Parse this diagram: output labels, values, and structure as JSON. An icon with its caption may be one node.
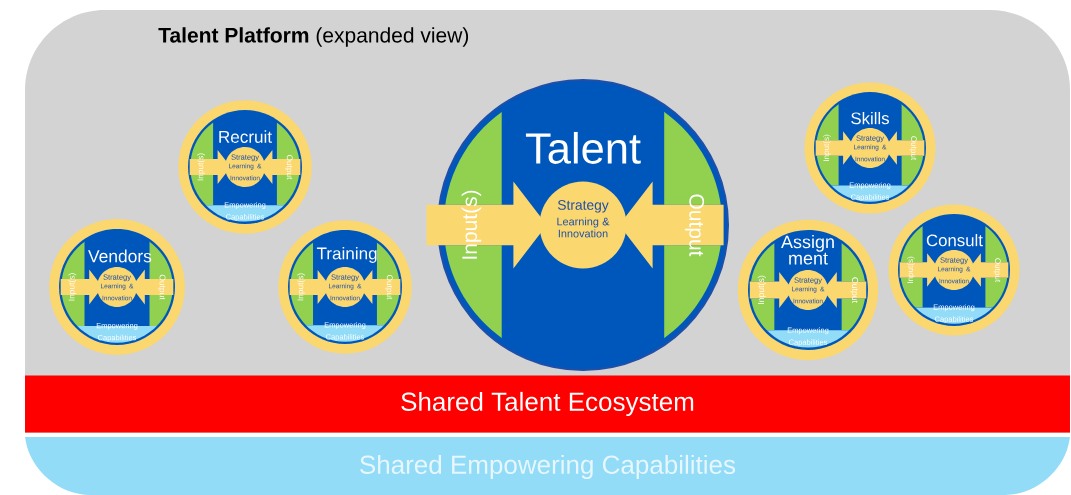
{
  "diagram": {
    "nodes": [
      {
        "text": [
          "**Talent Platform** (expanded view)"
        ]
      },
      {
        "text": [
          "Recruit",
          "Input(s)",
          "Output",
          "Empowering Capabilities"
        ],
        "in": 0
      },
      {
        "text": [
          "Strategy",
          "Learning & Innovation"
        ],
        "in": 1
      },
      {
        "text": [
          "Vendors",
          "Input(s)",
          "Output",
          "Empowering Capabilities"
        ],
        "in": 0
      },
      {
        "text": [
          "Strategy",
          "Learning & Innovation"
        ],
        "in": 3
      },
      {
        "text": [
          "Training",
          "Input(s)",
          "Output",
          "Empowering Capabilities"
        ],
        "in": 0
      },
      {
        "text": [
          "Strategy",
          "Learning & Innovation"
        ],
        "in": 5
      },
      {
        "text": [
          "Talent",
          "Input(s)",
          "Output"
        ],
        "in": 0
      },
      {
        "text": [
          "Strategy",
          "Learning & Innovation"
        ],
        "in": 7
      },
      {
        "text": [
          "Skills",
          "Input(s)",
          "Output",
          "Empowering Capabilities"
        ],
        "in": 0
      },
      {
        "text": [
          "Strategy",
          "Learning & Innovation"
        ],
        "in": 9
      },
      {
        "text": [
          "Assign ment",
          "Input(s)",
          "Output",
          "Empowering Capabilities"
        ],
        "in": 0
      },
      {
        "text": [
          "Strategy",
          "Learning & Innovation"
        ],
        "in": 11
      },
      {
        "text": [
          "Consult",
          "Input(s)",
          "Output",
          "Empowering Capabilities"
        ],
        "in": 0
      },
      {
        "text": [
          "Strategy",
          "Learning & Innovation"
        ],
        "in": 13
      },
      {
        "text": [
          "Shared Talent Ecosystem"
        ],
        "in": 0
      },
      {
        "text": [
          "Shared Empowering Capabilities"
        ]
      }
    ]
  }
}
